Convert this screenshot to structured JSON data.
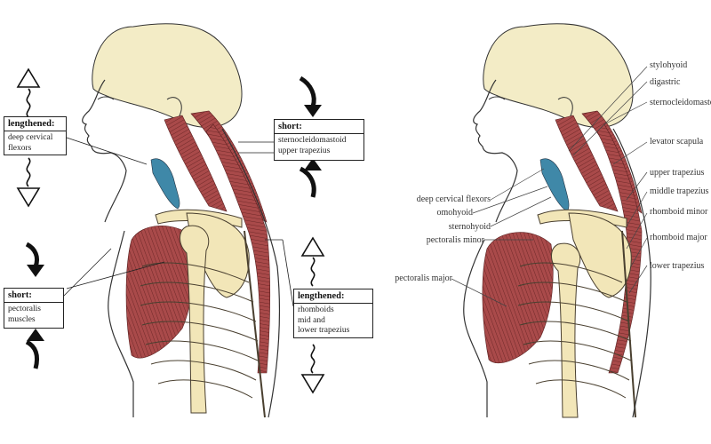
{
  "colors": {
    "muscle": "#a94a4a",
    "muscle_dark": "#7a2d2d",
    "bone": "#f2e6b8",
    "bone_outline": "#4a4030",
    "hair": "#f3ecc6",
    "cartilage": "#3f88a8",
    "ink": "#222222"
  },
  "left_figure": {
    "lengthened_top": {
      "heading": "lengthened:",
      "lines": [
        "deep cervical",
        "flexors"
      ]
    },
    "short_top": {
      "heading": "short:",
      "lines": [
        "sternocleidomastoid",
        "upper trapezius"
      ]
    },
    "short_bottom": {
      "heading": "short:",
      "lines": [
        "pectoralis",
        "muscles"
      ]
    },
    "lengthened_bottom": {
      "heading": "lengthened:",
      "lines": [
        "rhomboids",
        "mid and",
        "lower trapezius"
      ]
    },
    "icons": [
      "stretch-arrow-up-icon",
      "stretch-arrow-down-icon",
      "curved-arrow-down-icon",
      "curved-arrow-up-icon"
    ]
  },
  "right_figure": {
    "left_labels": [
      "deep cervical flexors",
      "omohyoid",
      "sternohyoid",
      "pectoralis minor",
      "pectoralis major"
    ],
    "right_labels": [
      "stylohyoid",
      "digastric",
      "sternocleidomastoid",
      "levator scapula",
      "upper trapezius",
      "middle trapezius",
      "rhomboid minor",
      "rhomboid major",
      "lower trapezius"
    ]
  }
}
